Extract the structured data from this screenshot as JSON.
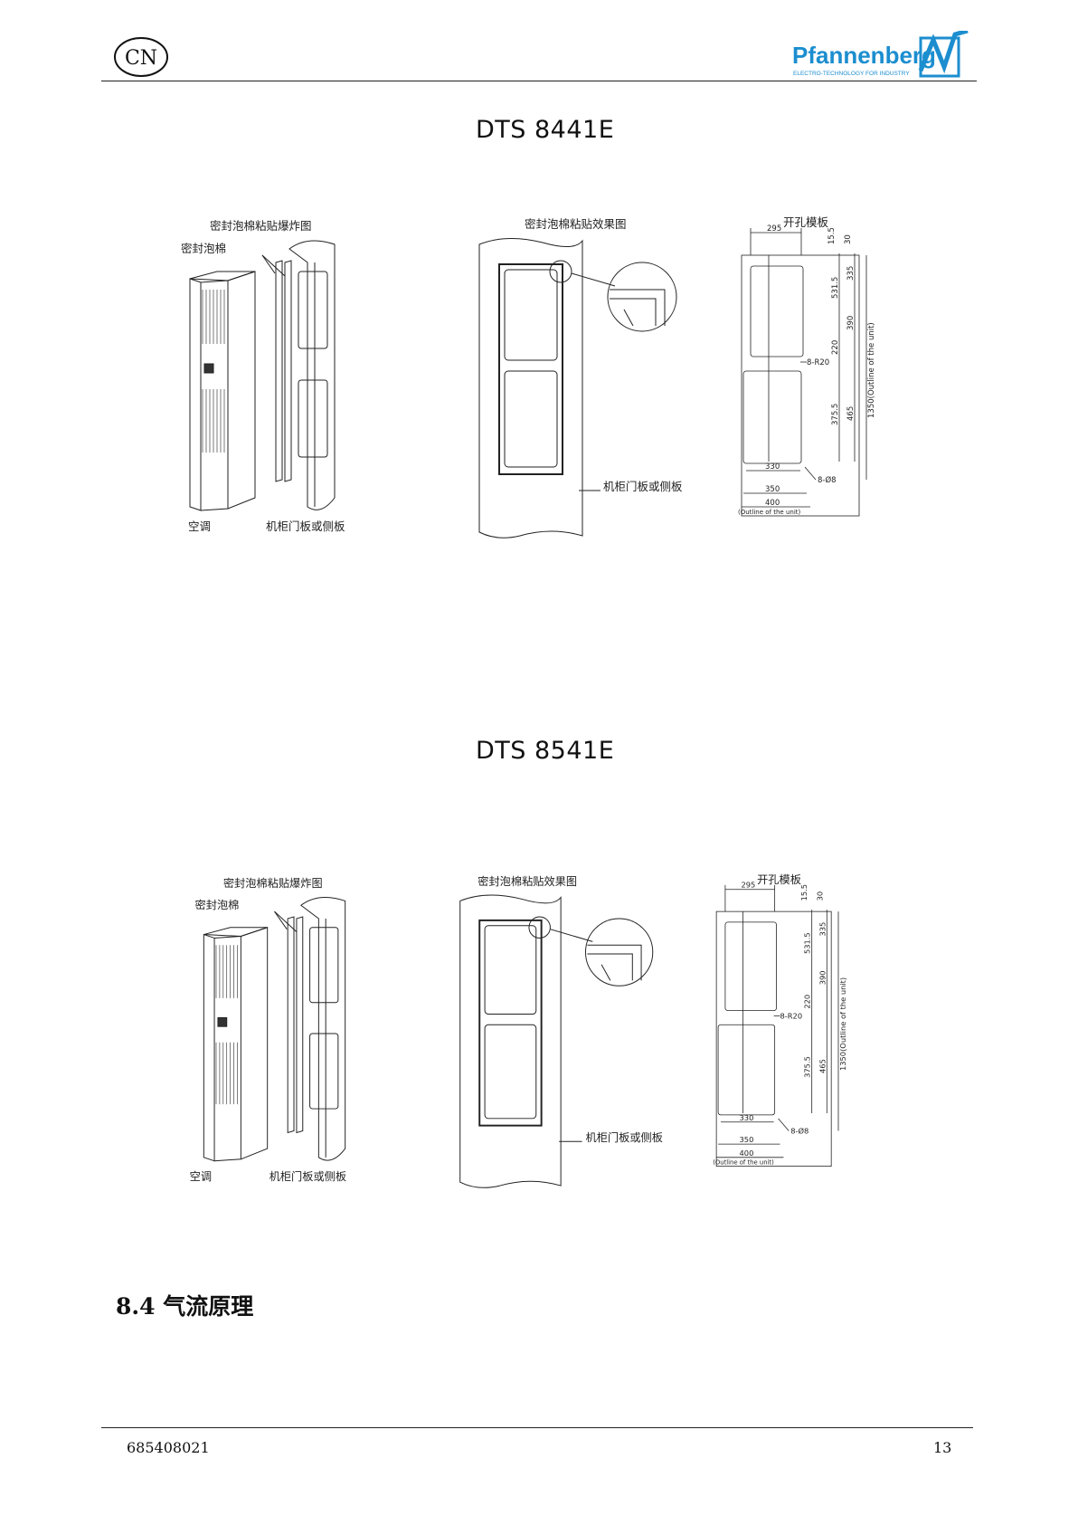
{
  "header": {
    "lang_badge": "CN",
    "brand_name": "Pfannenberg",
    "brand_tagline": "ELECTRO-TECHNOLOGY FOR INDUSTRY"
  },
  "sections": [
    {
      "model": "DTS 8441E",
      "exploded": {
        "title": "密封泡棉粘贴爆炸图",
        "foam": "密封泡棉",
        "ac_unit": "空调",
        "panel": "机柜门板或侧板"
      },
      "effect": {
        "title": "密封泡棉粘贴效果图",
        "panel": "机柜门板或侧板"
      },
      "template": {
        "title": "开孔模板",
        "top_w": "295",
        "top_off": "15.5",
        "top_off2": "30",
        "d1": "531.5",
        "d2": "335",
        "d3": "390",
        "d4": "220",
        "d5": "1350(Outline of the unit)",
        "d6": "375.5",
        "d7": "465",
        "radius": "8-R20",
        "holes": "8-Ø8",
        "w1": "330",
        "w2": "350",
        "w3": "400",
        "outline": "(Outline of the unit)"
      }
    },
    {
      "model": "DTS 8541E",
      "exploded": {
        "title": "密封泡棉粘贴爆炸图",
        "foam": "密封泡棉",
        "ac_unit": "空调",
        "panel": "机柜门板或侧板"
      },
      "effect": {
        "title": "密封泡棉粘贴效果图",
        "panel": "机柜门板或侧板"
      },
      "template": {
        "title": "开孔模板",
        "top_w": "295",
        "top_off": "15.5",
        "top_off2": "30",
        "d1": "531.5",
        "d2": "335",
        "d3": "390",
        "d4": "220",
        "d5": "1350(Outline of the unit)",
        "d6": "375.5",
        "d7": "465",
        "radius": "8-R20",
        "holes": "8-Ø8",
        "w1": "330",
        "w2": "350",
        "w3": "400",
        "outline": "(Outline of the unit)"
      }
    }
  ],
  "section_heading": "8.4 气流原理",
  "footer": {
    "doc_number": "685408021",
    "page_number": "13"
  },
  "colors": {
    "brand_blue": "#1c8ecf",
    "ink": "#111111"
  }
}
